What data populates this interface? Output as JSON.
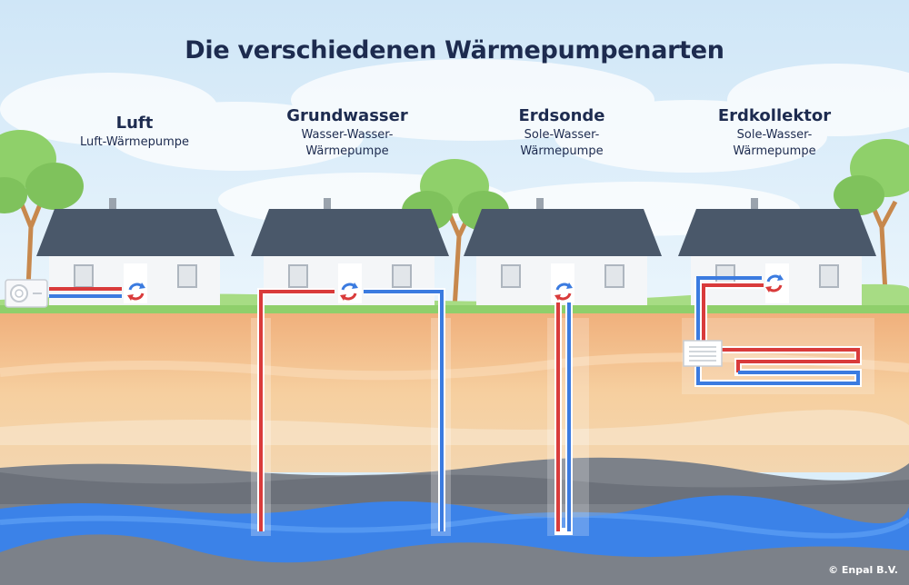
{
  "title": "Die verschiedenen Wärmepumpenarten",
  "types": [
    {
      "name": "Luft",
      "subtitle": "Luft-Wärmepumpe"
    },
    {
      "name": "Grundwasser",
      "subtitle": "Wasser-Wasser-\nWärmepumpe"
    },
    {
      "name": "Erdsonde",
      "subtitle": "Sole-Wasser-\nWärmepumpe"
    },
    {
      "name": "Erdkollektor",
      "subtitle": "Sole-Wasser-\nWärmepumpe"
    }
  ],
  "copyright": "© Enpal B.V.",
  "colors": {
    "sky": "#dbeefa",
    "roof": "#4a586a",
    "house": "#f4f6f8",
    "soil": "#f2c496",
    "rock": "#7c8189",
    "water": "#3b82e8",
    "pipe_hot": "#d93b3b",
    "pipe_cold": "#3b7be0",
    "tree": "#8fd06a",
    "title": "#1d2b4f"
  }
}
